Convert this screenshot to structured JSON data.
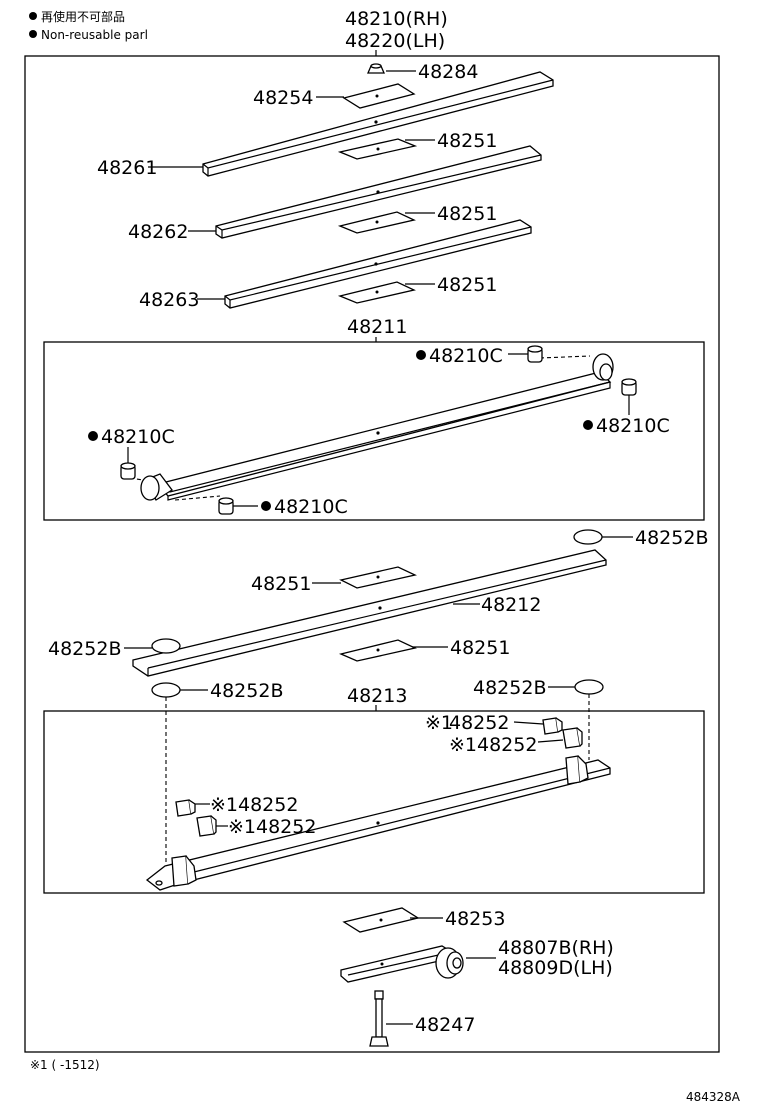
{
  "legend": {
    "non_reusable_jp": "再使用不可部品",
    "non_reusable_en": "Non-reusable parl"
  },
  "title": {
    "rh": "48210(RH)",
    "lh": "48220(LH)"
  },
  "labels": {
    "p48284": "48284",
    "p48254": "48254",
    "p48251a": "48251",
    "p48261": "48261",
    "p48262": "48262",
    "p48251b": "48251",
    "p48263": "48263",
    "p48251c": "48251",
    "p48211": "48211",
    "c1": "48210C",
    "c2": "48210C",
    "c3": "48210C",
    "c4": "48210C",
    "b1": "48252B",
    "p48251d": "48251",
    "p48212": "48212",
    "b2": "48252B",
    "p48251e": "48251",
    "b3": "48252B",
    "p48213": "48213",
    "b4": "48252B",
    "k1": "48252",
    "k2": "48252",
    "k3": "48252",
    "k4": "48252",
    "k_mark": "※1",
    "p48253": "48253",
    "p48807": "48807B(RH)",
    "p48809": "48809D(LH)",
    "p48247": "48247"
  },
  "footnote": "※1 (      -1512)",
  "figure_id": "484328A"
}
